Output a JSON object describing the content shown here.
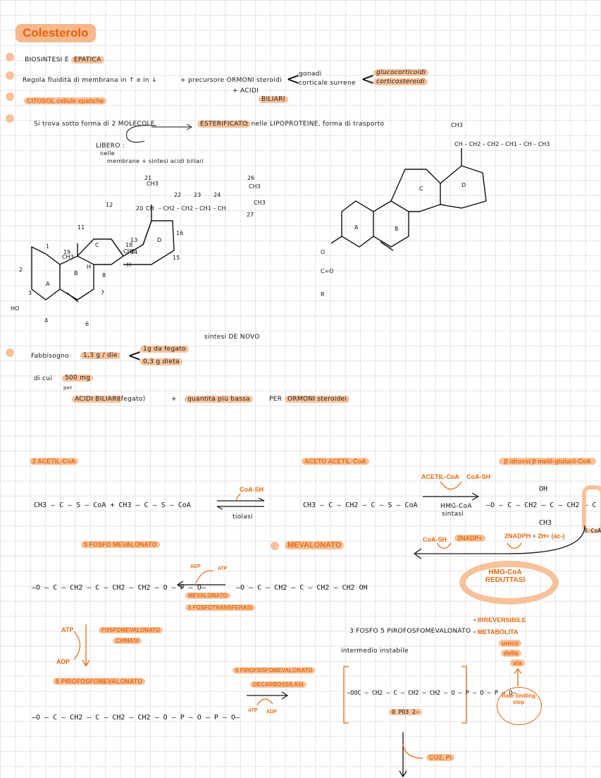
{
  "title": "Colesterolo",
  "intro": {
    "biosintesi": "BIOSINTESI È",
    "epatica": "EPATICA",
    "regola": "Regola fluidità di membrana in ↑ e in ↓",
    "precursore": "+ precursore ORMONI steroidi",
    "gonadi": "gonadi",
    "corticale": "corticale surrene",
    "glucocorticoidi": "glucocorticoidi",
    "corticosteroidi": "corticosteroidi",
    "acidi_plus": "+ ACIDI",
    "biliari": "BILIARI",
    "citosol": "CITOSOL cellule epatiche",
    "forma": "Si trova sotto forma di 2 MOLECOLE",
    "esterificato": "ESTERIFICATO",
    "lipoproteine": ": nelle LIPOPROTEINE, forma di trasporto",
    "libero": "LIBERO :",
    "nelle": "nelle",
    "membrane": "membrane + sintesi acidi biliari"
  },
  "fabbisogno": {
    "label": "Fabbisogno",
    "value": "1,3 g / die",
    "fegato": "1g da fegato",
    "dieta": "0,3 g dieta",
    "sintesi": "sintesi DE NOVO",
    "dicui": "di cui",
    "mg": "500 mg",
    "per": "per",
    "acidi": "ACIDI BILIARI",
    "fegato2": "(fegato)",
    "plus": "+",
    "quantita": "quantità più bassa",
    "per2": "PER",
    "ormoni": "ORMONI steroidei"
  },
  "pathway": {
    "acetil_label": "2 ACETIL-CoA",
    "acetil_formula": "CH3 – C – S – CoA   +   CH3 – C – S – CoA",
    "coash": "CoA-SH",
    "tiolasi": "tiolasi",
    "acetoacetil_label": "ACETO ACETIL-CoA",
    "acetoacetil_formula": "CH3 – C – CH2 – C – S – CoA",
    "acetil_coa": "ACETIL-CoA",
    "coash2": "CoA-SH",
    "hmg_sintasi": "HMG-CoA",
    "sintasi": "sintasi",
    "hmg_label": "β idrossi β metil-glutaril-CoA",
    "hmg_formula": "–O – C – CH2 – C – CH2 – C",
    "oh": "OH",
    "ch3": "CH3",
    "coa_vertical": "S CoA",
    "coash3": "CoA-SH",
    "nadp": "2NADP+",
    "nadph": "2NADPH + 2H+ (ac-)",
    "reduttasi": "HMG-CoA REDUTTASI",
    "mevalonato_label": "MEVALONATO",
    "mevalonato_formula": "–O – C – CH2 – C – CH2 – CH2 OH",
    "fosfo_label": "5 FOSFO MEVALONATO",
    "fosfo_formula": "–O – C – CH2 – C – CH2 – CH2 – O – P – O–",
    "adp": "ADP",
    "atp": "ATP",
    "mevalonato_kin": "MEVALONATO",
    "fosfotransferasi": "5 FOSFOTRANSFERASI",
    "atp2": "ATP",
    "adp2": "ADP",
    "fosfomev_chinasi": "FOSFOMEVALONATO",
    "chinasi": "CHINASI",
    "pirofosfo_label": "5 PIROFOSFOMEVALONATO",
    "pirofosfo_formula": "–O – C – CH2 – C – CH2 – CH2 – O – P – O – P – O–",
    "decarbossilasi_1": "5 PIROFOSFOMEVALONATO",
    "decarbossilasi_2": "DECARBOSSILASI",
    "atp3": "ATP",
    "adp3": "ADP",
    "fosfo3_label": "3 FOSFO 5 PIROFOSFOMEVALONATO",
    "intermedio": "intermedio instabile",
    "fosfo3_formula": "–OOC – CH2 – C – CH2 – CH2 – O – P – O – P – O–",
    "opo3": "O PO3 2–",
    "co2": "CO2, Pi",
    "irreversibile": "IRREVERSIBILE",
    "metabolita": "METABOLITA",
    "unico": "unico",
    "della": "della",
    "via": "via",
    "rate": "Rate limiting step"
  },
  "structures": {
    "left": {
      "ch3": "CH3",
      "ch": "CH",
      "ch2a": "CH2",
      "ch2b": "CH2",
      "ch1": "CH",
      "ch3b": "CH3",
      "ch3c": "CH3",
      "ho": "HO",
      "a": "A",
      "b": "B",
      "c": "C",
      "d": "D"
    },
    "right": {
      "ester_o": "O",
      "ester_c": "C=O",
      "ester_r": "R",
      "a": "A",
      "b": "B",
      "c": "C",
      "d": "D"
    }
  },
  "colors": {
    "accent": "#e56a12",
    "highlight": "#f7c29a"
  }
}
